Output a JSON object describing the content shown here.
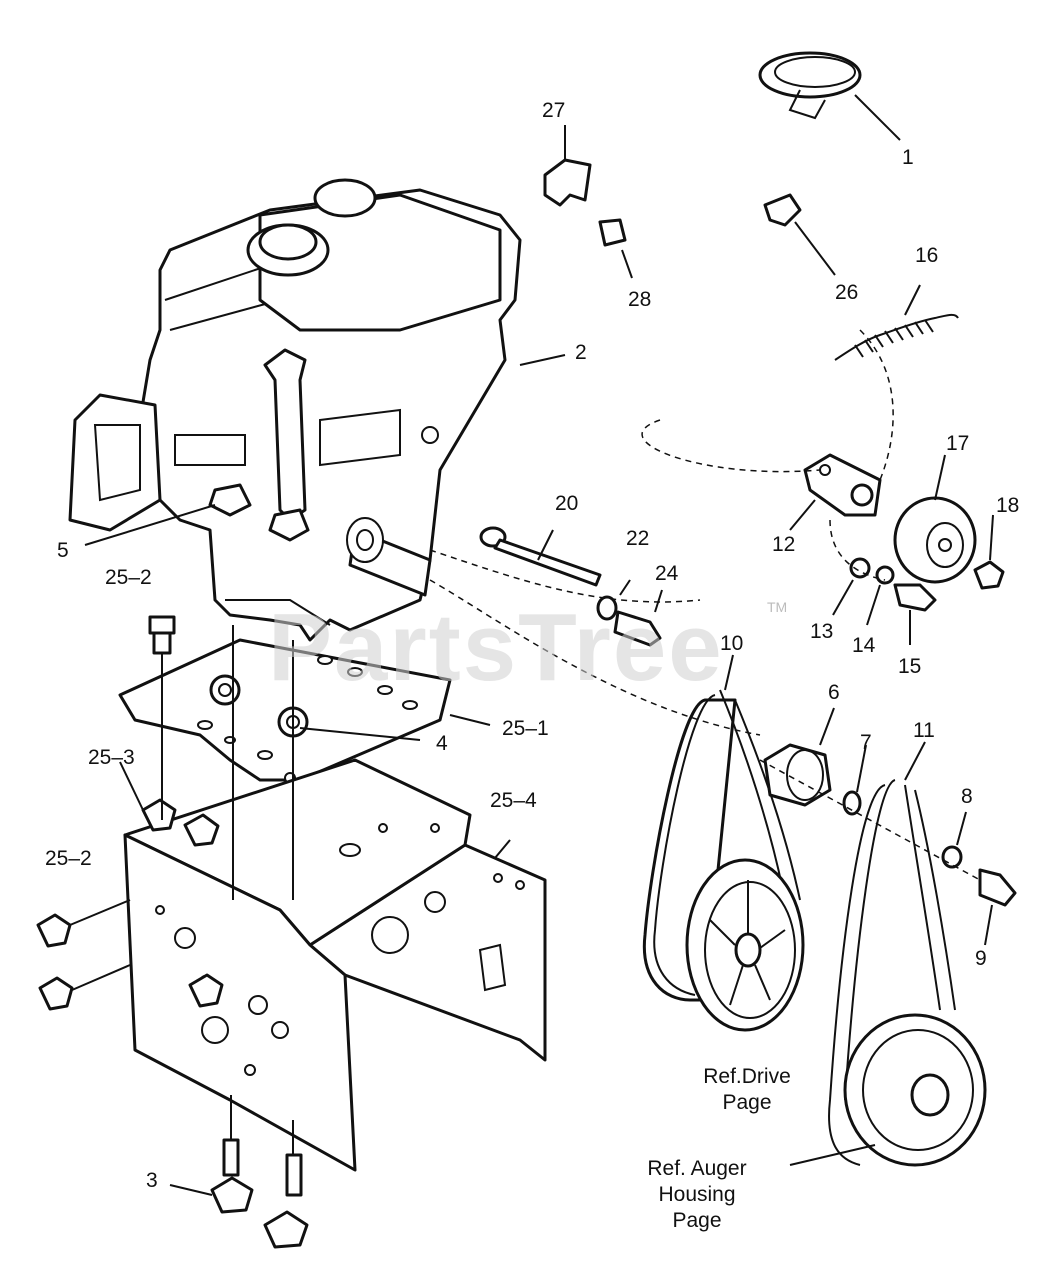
{
  "watermark": {
    "text": "PartsTree",
    "mark": "TM"
  },
  "callouts": [
    {
      "id": "1",
      "text": "1"
    },
    {
      "id": "2",
      "text": "2"
    },
    {
      "id": "3",
      "text": "3"
    },
    {
      "id": "4",
      "text": "4"
    },
    {
      "id": "5",
      "text": "5"
    },
    {
      "id": "6",
      "text": "6"
    },
    {
      "id": "7",
      "text": "7"
    },
    {
      "id": "8",
      "text": "8"
    },
    {
      "id": "9",
      "text": "9"
    },
    {
      "id": "10",
      "text": "10"
    },
    {
      "id": "11",
      "text": "11"
    },
    {
      "id": "12",
      "text": "12"
    },
    {
      "id": "13",
      "text": "13"
    },
    {
      "id": "14",
      "text": "14"
    },
    {
      "id": "15",
      "text": "15"
    },
    {
      "id": "16",
      "text": "16"
    },
    {
      "id": "17",
      "text": "17"
    },
    {
      "id": "18",
      "text": "18"
    },
    {
      "id": "20",
      "text": "20"
    },
    {
      "id": "22",
      "text": "22"
    },
    {
      "id": "24",
      "text": "24"
    },
    {
      "id": "25_1",
      "text": "25–1"
    },
    {
      "id": "25_2a",
      "text": "25–2"
    },
    {
      "id": "25_2b",
      "text": "25–2"
    },
    {
      "id": "25_3",
      "text": "25–3"
    },
    {
      "id": "25_4",
      "text": "25–4"
    },
    {
      "id": "26",
      "text": "26"
    },
    {
      "id": "27",
      "text": "27"
    },
    {
      "id": "28",
      "text": "28"
    }
  ],
  "references": {
    "drive_line1": "Ref.Drive",
    "drive_line2": "Page",
    "auger_line1": "Ref. Auger",
    "auger_line2": "Housing",
    "auger_line3": "Page"
  }
}
